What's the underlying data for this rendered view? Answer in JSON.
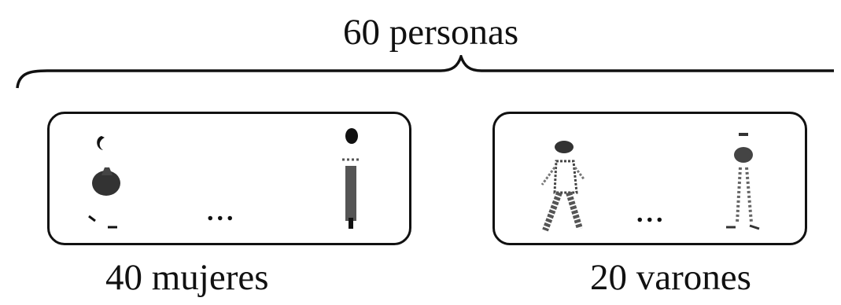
{
  "diagram": {
    "total_label": "60 personas",
    "groups": [
      {
        "label": "40 mujeres",
        "ellipsis": "..."
      },
      {
        "label": "20 varones",
        "ellipsis": "..."
      }
    ]
  },
  "colors": {
    "ink": "#111111",
    "background": "#ffffff"
  },
  "icons": [
    "woman-figure-icon",
    "man-figure-icon",
    "brace-icon"
  ]
}
